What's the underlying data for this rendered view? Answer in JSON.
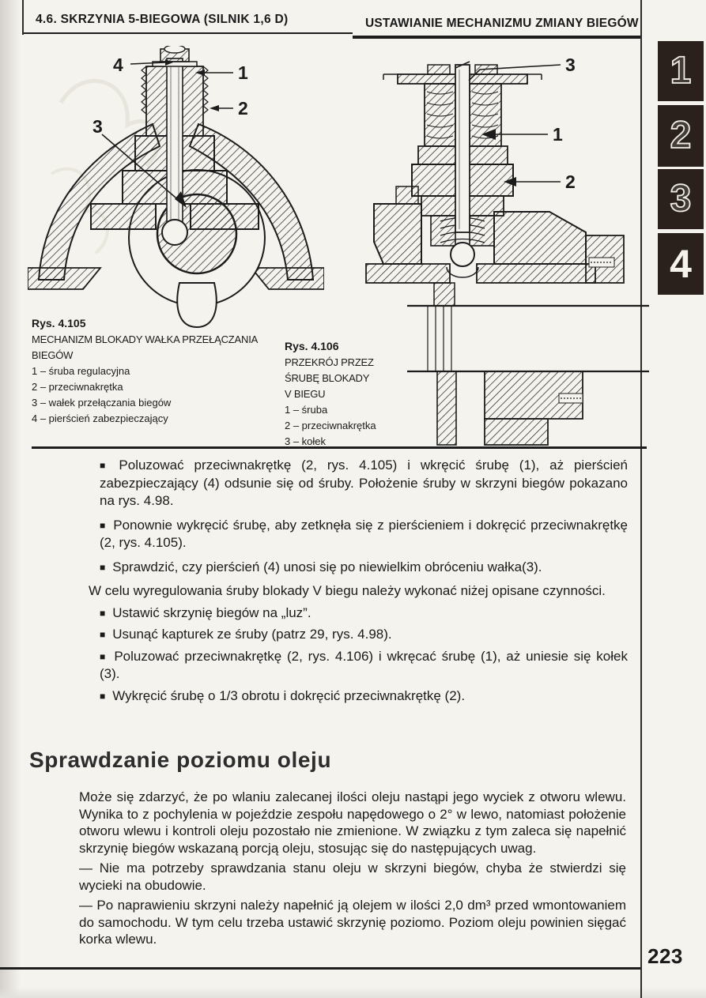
{
  "colors": {
    "paper": "#f5f3ee",
    "ink": "#1a1a1a",
    "tab_background": "#2a211c"
  },
  "header": {
    "left": "4.6. SKRZYNIA 5-BIEGOWA (SILNIK 1,6 D)",
    "right": "USTAWIANIE MECHANIZMU ZMIANY BIEGÓW"
  },
  "tabs": [
    {
      "label": "1",
      "active": false
    },
    {
      "label": "2",
      "active": false
    },
    {
      "label": "3",
      "active": false
    },
    {
      "label": "4",
      "active": true
    }
  ],
  "glyphs": {
    "bullet": "■"
  },
  "figures": [
    {
      "label": "Rys. 4.105",
      "title": "MECHANIZM BLOKADY WAŁKA PRZEŁĄCZANIA BIEGÓW",
      "legend": [
        "1 – śruba regulacyjna",
        "2 – przeciwnakrętka",
        "3 – wałek przełączania biegów",
        "4 – pierścień zabezpieczający"
      ],
      "callouts": {
        "c1": "1",
        "c2": "2",
        "c3": "3",
        "c4": "4"
      }
    },
    {
      "label": "Rys. 4.106",
      "title_lines": [
        "PRZEKRÓJ PRZEZ",
        "ŚRUBĘ BLOKADY",
        "V BIEGU"
      ],
      "legend": [
        "1 – śruba",
        "2 – przeciwnakrętka",
        "3 – kołek"
      ],
      "callouts": {
        "c1": "1",
        "c2": "2",
        "c3": "3"
      }
    }
  ],
  "procedure": {
    "steps_a": [
      {
        "text": "Poluzować przeciwnakrętkę (2, rys. 4.105) i wkręcić śrubę (1), aż pierścień zabezpieczający (4) odsunie się od śruby. Położenie śruby w skrzyni biegów pokazano na rys. 4.98."
      },
      {
        "text": "Ponownie wykręcić śrubę, aby zetknęła się z pierścieniem i dokręcić przeciwnakrętkę (2, rys. 4.105)."
      },
      {
        "text": "Sprawdzić, czy pierścień (4) unosi się po niewielkim obróceniu wałka(3)."
      }
    ],
    "intro": "W celu wyregulowania śruby blokady V biegu należy wykonać niżej opisane czynności.",
    "steps_b": [
      {
        "text": "Ustawić skrzynię biegów na „luz”."
      },
      {
        "text": "Usunąć kapturek ze śruby (patrz 29, rys. 4.98)."
      },
      {
        "text": "Poluzować przeciwnakrętkę (2, rys. 4.106) i wkręcać śrubę (1), aż uniesie się kołek (3)."
      },
      {
        "text": "Wykręcić śrubę o 1/3 obrotu i dokręcić przeciwnakrętkę (2)."
      }
    ]
  },
  "oil_section": {
    "heading": "Sprawdzanie poziomu oleju",
    "paragraph": "Może się zdarzyć, że po wlaniu zalecanej ilości oleju nastąpi jego wyciek z otworu wlewu. Wynika to z pochylenia w pojeździe zespołu napędowego o 2° w lewo, natomiast położenie otworu wlewu i kontroli oleju pozostało nie zmienione. W związku z tym zaleca się napełnić skrzynię biegów wskazaną porcją oleju, stosując się do następujących uwag.",
    "notes": [
      "—  Nie ma potrzeby sprawdzania stanu oleju w skrzyni biegów, chyba że stwierdzi się wycieki na obudowie.",
      "—  Po naprawieniu skrzyni należy napełnić ją olejem w ilości 2,0 dm³ przed wmontowaniem do samochodu. W tym celu trzeba ustawić skrzynię poziomo. Poziom oleju powinien sięgać korka wlewu."
    ]
  },
  "page_number": "223"
}
